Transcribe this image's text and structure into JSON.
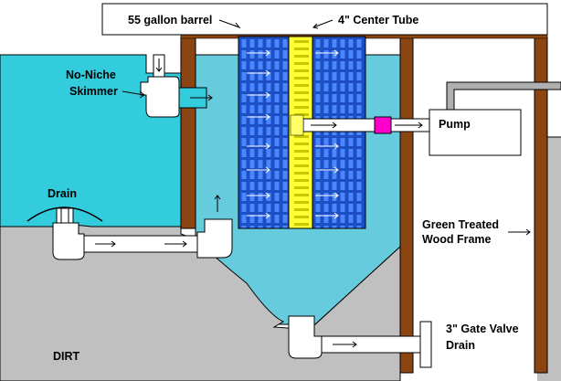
{
  "labels": {
    "barrel": "55 gallon barrel",
    "center_tube": "4\" Center Tube",
    "skimmer_line1": "No-Niche",
    "skimmer_line2": "Skimmer",
    "drain": "Drain",
    "pump": "Pump",
    "frame_line1": "Green Treated",
    "frame_line2": "Wood Frame",
    "gate_valve_line1": "3\" Gate Valve",
    "gate_valve_line2": "Drain",
    "dirt": "DIRT"
  },
  "colors": {
    "water": "#33ccdd",
    "barrel_water": "#66ccdd",
    "dirt": "#c0c0c0",
    "wood": "#8b4513",
    "filter_media": "#1c4fc4",
    "center_tube": "#ffff33",
    "valve": "#ff00cc",
    "pipe": "#ffffff",
    "outline": "#000000"
  }
}
